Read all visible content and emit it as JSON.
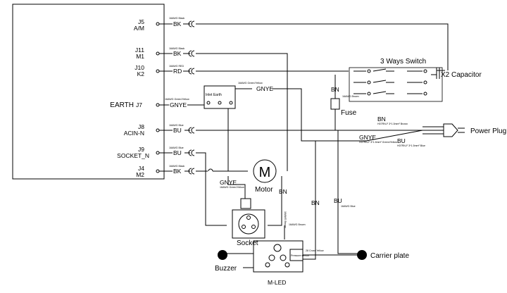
{
  "controller": {
    "terminals": [
      {
        "id": "J5",
        "name": "A/M",
        "wire_spec": "16AWG Black",
        "wire_code": "BK"
      },
      {
        "id": "J11",
        "name": "M1",
        "wire_spec": "16AWG Black",
        "wire_code": "BK"
      },
      {
        "id": "J10",
        "name": "K2",
        "wire_spec": "16AWG RED",
        "wire_code": "RD"
      },
      {
        "id": "J7",
        "name": "EARTH",
        "wire_spec": "16AWG Green/Yellow",
        "wire_code": "GNYE"
      },
      {
        "id": "J8",
        "name": "ACIN-N",
        "wire_spec": "16AWG Blue",
        "wire_code": "BU"
      },
      {
        "id": "J9",
        "name": "SOCKET_N",
        "wire_spec": "16AWG Blue",
        "wire_code": "BU"
      },
      {
        "id": "J4",
        "name": "M2",
        "wire_spec": "16AWG Black",
        "wire_code": "BK"
      }
    ]
  },
  "components": {
    "inlet_earth": "Inlet Earth",
    "three_way_switch": "3 Ways Switch",
    "capacitor": "X2 Capacitor",
    "fuse": "Fuse",
    "power_plug": "Power Plug",
    "motor": "Motor",
    "motor_symbol": "M",
    "socket": "Socket",
    "buzzer": "Buzzer",
    "mled": "M-LED",
    "carrier_plate": "Carrier plate",
    "pressure_sensor": "Pressure sensor"
  },
  "wires": {
    "inlet_gnye_spec": "16AWG Green/Yellow",
    "inlet_gnye_code": "GNYE",
    "fuse_bn_code": "BN",
    "fuse_bn_spec": "16AWG Brown",
    "plug_bn_code": "BN",
    "plug_bn_spec": "H07RN-F 3*1.5mm² Brown",
    "plug_gnye_code": "GNYE",
    "plug_gnye_spec": "H07RN-F 3*1.5mm² Green/Yellow",
    "plug_bu_code": "BU",
    "plug_bu_spec": "H07RN-F 3*1.5mm² Blue",
    "socket_gnye_code": "GNYE",
    "socket_gnye_spec": "16AWG Green/Yellow",
    "motor_bn_code": "BN",
    "motor_bn_spec": "16AWG Brown",
    "mid_bn_code": "BN",
    "mid_bu_code": "BU",
    "mid_bu_spec": "16AWG Blue",
    "socket_bn_spec": "16AWG Brown",
    "sensor_wire_spec": "28 Cross Yellow"
  }
}
